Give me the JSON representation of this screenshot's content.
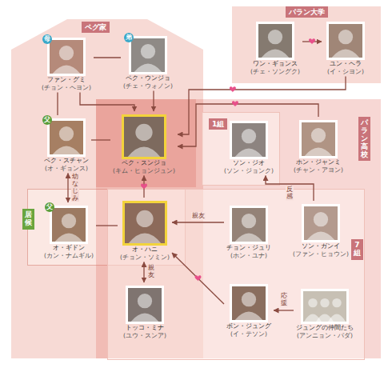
{
  "diagram": {
    "nodes": [
      {
        "text": [
          "ペグ家"
        ]
      },
      {
        "text": [
          "母",
          "ファン・グミ",
          "(チョン・ヘヨン)"
        ],
        "in": 0
      },
      {
        "text": [
          "弟",
          "ペク・ウンジョ",
          "(チェ・ウォノン)"
        ],
        "in": 0
      },
      {
        "text": [
          "父",
          "ペク・スチャン",
          "(オ・ギョンス)"
        ],
        "in": 0
      },
      {
        "text": [
          "ペク・スンジョ",
          "(キム・ヒョンジュン)"
        ],
        "in": 0
      },
      {
        "text": [
          "居候"
        ],
        "in": 0
      },
      {
        "text": [
          "父",
          "オ・ギドン",
          "(カン・ナムギル)"
        ],
        "in": 5
      },
      {
        "text": [
          "オ・ハニ",
          "(チョン・ソミン)"
        ],
        "in": 5
      },
      {
        "text": [
          "パラン大学"
        ]
      },
      {
        "text": [
          "ワン・ギョンス",
          "(チェ・ソングク)"
        ],
        "in": 8
      },
      {
        "text": [
          "ユン・ヘラ",
          "(イ・シヨン)"
        ],
        "in": 8
      },
      {
        "text": [
          "パラン高校"
        ]
      },
      {
        "text": [
          "1組"
        ],
        "in": 11
      },
      {
        "text": [
          "ソン・ジオ",
          "(ソン・ジョンク)"
        ],
        "in": 12
      },
      {
        "text": [
          "ホン・ジャンミ",
          "(チャン・アヨン)"
        ],
        "in": 11
      },
      {
        "text": [
          "7組"
        ],
        "in": 11
      },
      {
        "text": [
          "チョン・ジュリ",
          "(ホン・ユナ)"
        ],
        "in": 15
      },
      {
        "text": [
          "ソン・ガンイ",
          "(ファン・ヒョウン)"
        ],
        "in": 15
      },
      {
        "text": [
          "トッコ・ミナ",
          "(ユウ・スンア)"
        ],
        "in": 15
      },
      {
        "text": [
          "ボン・ジュング",
          "(イ・テソン)"
        ],
        "in": 15
      },
      {
        "text": [
          "ジュングの仲間たち",
          "(アンニョン・パダ)"
        ],
        "in": 15
      }
    ],
    "edges": [
      {
        "from": 1,
        "to": 2,
        "arrow": "none"
      },
      {
        "from": 1,
        "to": 4,
        "arrow": "to"
      },
      {
        "from": 2,
        "to": 4,
        "arrow": "to"
      },
      {
        "from": 1,
        "to": 3,
        "arrow": "none"
      },
      {
        "from": 3,
        "to": 4,
        "arrow": "none"
      },
      {
        "from": 3,
        "to": 6,
        "label": "幼なじみ",
        "arrow": "both"
      },
      {
        "from": 6,
        "to": 7,
        "arrow": "none"
      },
      {
        "from": 7,
        "to": 4,
        "arrow": "to"
      },
      {
        "from": 9,
        "to": 10,
        "arrow": "to"
      },
      {
        "from": 10,
        "to": 4,
        "arrow": "to"
      },
      {
        "from": 14,
        "to": 4,
        "arrow": "to"
      },
      {
        "from": 16,
        "to": 7,
        "label": "親友",
        "arrow": "to"
      },
      {
        "from": 7,
        "to": 18,
        "label": "親友",
        "arrow": "both"
      },
      {
        "from": 19,
        "to": 7,
        "arrow": "to"
      },
      {
        "from": 20,
        "to": 19,
        "label": "応援",
        "arrow": "to"
      },
      {
        "from": 17,
        "to": 13,
        "label": "反感",
        "arrow": "to"
      }
    ]
  }
}
